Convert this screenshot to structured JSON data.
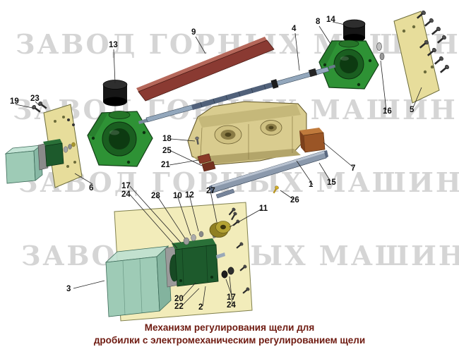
{
  "watermark": {
    "text": "ЗАВОД ГОРНЫХ МАШИН"
  },
  "caption": {
    "line1": "Механизм регулирования щели для",
    "line2": "дробилки с электромеханическим регулированием щели"
  },
  "colors": {
    "housing_green": "#2e9235",
    "plate_yellow": "#e7dd9b",
    "panel_yellow": "#f2ecba",
    "body_tan": "#d9cc8f",
    "strip_red": "#8a3a32",
    "bar_gray": "#8b99ac",
    "cube_teal": "#9ecbb6",
    "caption_color": "#6e1a10"
  },
  "callouts": [
    {
      "label": "1"
    },
    {
      "label": "2"
    },
    {
      "label": "3"
    },
    {
      "label": "4"
    },
    {
      "label": "5"
    },
    {
      "label": "6"
    },
    {
      "label": "7"
    },
    {
      "label": "8"
    },
    {
      "label": "9"
    },
    {
      "label": "10"
    },
    {
      "label": "11"
    },
    {
      "label": "12"
    },
    {
      "label": "13"
    },
    {
      "label": "14"
    },
    {
      "label": "15"
    },
    {
      "label": "16"
    },
    {
      "label": "17"
    },
    {
      "label": "17"
    },
    {
      "label": "18"
    },
    {
      "label": "19"
    },
    {
      "label": "20"
    },
    {
      "label": "21"
    },
    {
      "label": "22"
    },
    {
      "label": "23"
    },
    {
      "label": "24"
    },
    {
      "label": "24"
    },
    {
      "label": "25"
    },
    {
      "label": "26"
    },
    {
      "label": "27"
    },
    {
      "label": "28"
    }
  ]
}
